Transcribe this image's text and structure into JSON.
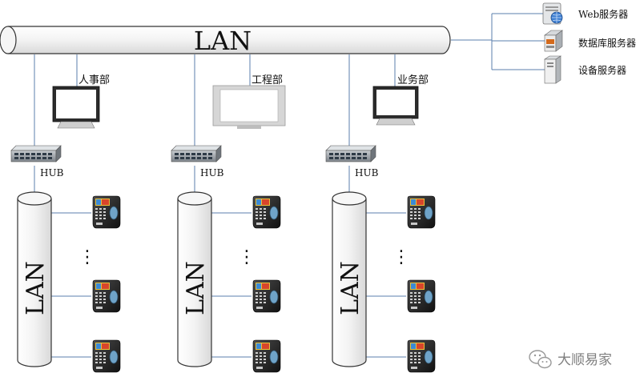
{
  "backbone": {
    "label": "LAN"
  },
  "servers": [
    {
      "label": "Web服务器",
      "icon": "web-server-icon"
    },
    {
      "label": "数据库服务器",
      "icon": "database-server-icon"
    },
    {
      "label": "设备服务器",
      "icon": "device-server-icon"
    }
  ],
  "departments": [
    {
      "label": "人事部",
      "hub_label": "HUB",
      "lan_label": "LAN",
      "ellipsis": "⋮"
    },
    {
      "label": "工程部",
      "hub_label": "HUB",
      "lan_label": "LAN",
      "ellipsis": "⋮"
    },
    {
      "label": "业务部",
      "hub_label": "HUB",
      "lan_label": "LAN",
      "ellipsis": "⋮"
    }
  ],
  "watermark": {
    "text": "大顺易家",
    "icon": "wechat-icon"
  },
  "colors": {
    "line": "#5b7fae",
    "pipe_fill": "#ffffff",
    "pipe_stroke": "#333333",
    "hub": "#8a9096",
    "terminal": "#222222"
  }
}
